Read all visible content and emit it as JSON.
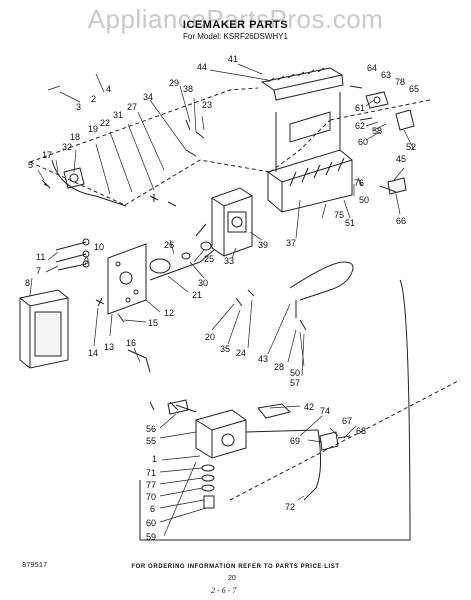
{
  "watermark": "AppliancePartsPros.com",
  "title": "ICEMAKER PARTS",
  "subtitle": "For Model: KSRF26DSWHY1",
  "footer": {
    "order_note": "FOR ORDERING INFORMATION REFER TO PARTS PRICE LIST",
    "code": "879517",
    "page_number": "20",
    "revision": "2-6-7"
  },
  "callouts": [
    "41",
    "44",
    "64",
    "63",
    "78",
    "65",
    "4",
    "2",
    "3",
    "29",
    "38",
    "23",
    "34",
    "27",
    "31",
    "22",
    "19",
    "18",
    "32",
    "17",
    "5",
    "61",
    "62",
    "60",
    "58",
    "52",
    "45",
    "66",
    "50",
    "51",
    "76",
    "75",
    "37",
    "39",
    "33",
    "26",
    "30",
    "25",
    "21",
    "12",
    "20",
    "35",
    "24",
    "43",
    "28",
    "50",
    "57",
    "11",
    "7",
    "8",
    "9",
    "10",
    "13",
    "14",
    "15",
    "16",
    "42",
    "56",
    "55",
    "74",
    "67",
    "68",
    "69",
    "71",
    "77",
    "70",
    "6",
    "60",
    "59",
    "72",
    "1"
  ]
}
